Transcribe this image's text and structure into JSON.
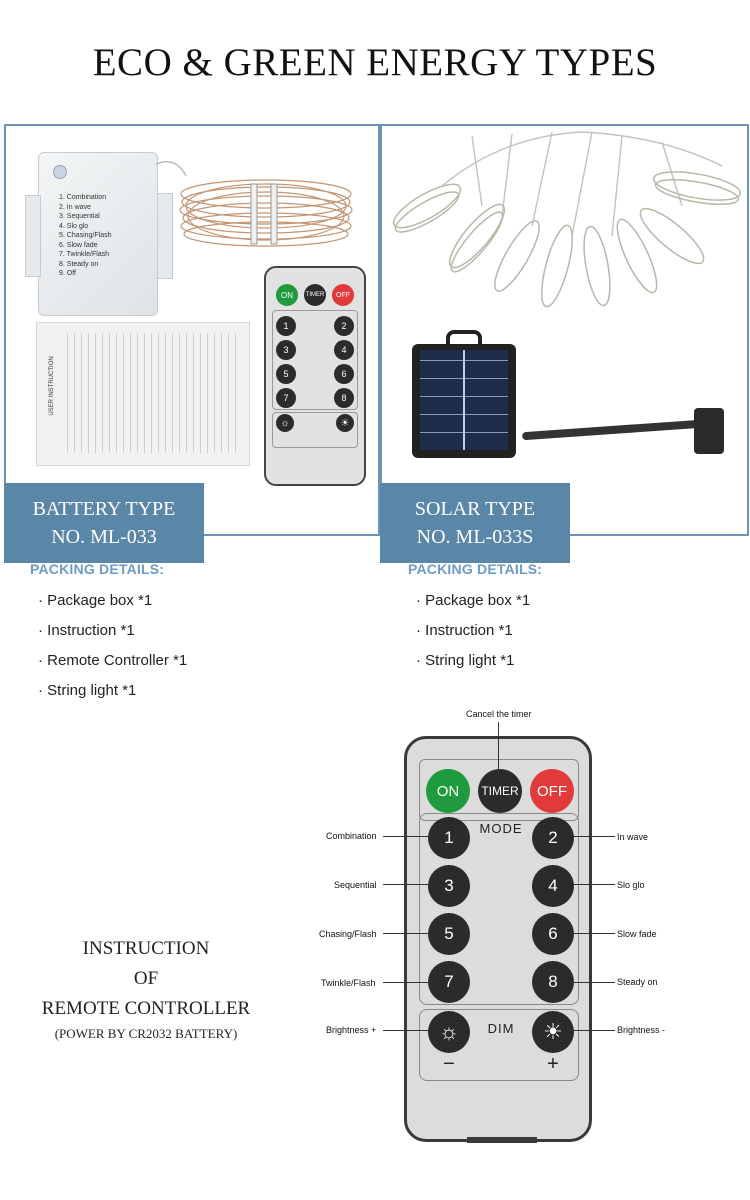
{
  "title": "ECO & GREEN ENERGY TYPES",
  "battery": {
    "type_label": "BATTERY TYPE",
    "model": "NO. ML-033",
    "packing_heading": "PACKING DETAILS:",
    "packing_items": [
      "· Package box *1",
      "· Instruction *1",
      "· Remote Controller *1",
      "· String light *1"
    ],
    "box_label_list": [
      "1. Combination",
      "2. In wave",
      "3. Sequential",
      "4. Slo glo",
      "5. Chasing/Flash",
      "6. Slow fade",
      "7. Twinkle/Flash",
      "8. Steady on",
      "9. Off"
    ],
    "manual_title": "USER INSTRUCTION"
  },
  "solar": {
    "type_label": "SOLAR TYPE",
    "model": "NO. ML-033S",
    "packing_heading": "PACKING DETAILS:",
    "packing_items": [
      "· Package box *1",
      "· Instruction *1",
      "· String light *1"
    ]
  },
  "instruction": {
    "line1": "INSTRUCTION",
    "line2": "OF",
    "line3": "REMOTE CONTROLLER",
    "line4": "(POWER BY CR2032 BATTERY)"
  },
  "remote": {
    "on": "ON",
    "timer": "TIMER",
    "off": "OFF",
    "mode": "MODE",
    "dim": "DIM",
    "minus": "−",
    "plus": "+",
    "buttons": [
      "1",
      "2",
      "3",
      "4",
      "5",
      "6",
      "7",
      "8"
    ],
    "colors": {
      "on": "#1f9a3c",
      "off": "#e03a3a",
      "key": "#2b2b2b",
      "body": "#dcdcdc"
    }
  },
  "callouts": {
    "cancel_timer": "Cancel the timer",
    "combination": "Combination",
    "in_wave": "In wave",
    "sequential": "Sequential",
    "slo_glo": "Slo glo",
    "chasing": "Chasing/Flash",
    "slow_fade": "Slow fade",
    "twinkle": "Twinkle/Flash",
    "steady_on": "Steady on",
    "bright_plus": "Brightness +",
    "bright_minus": "Brightness -"
  }
}
